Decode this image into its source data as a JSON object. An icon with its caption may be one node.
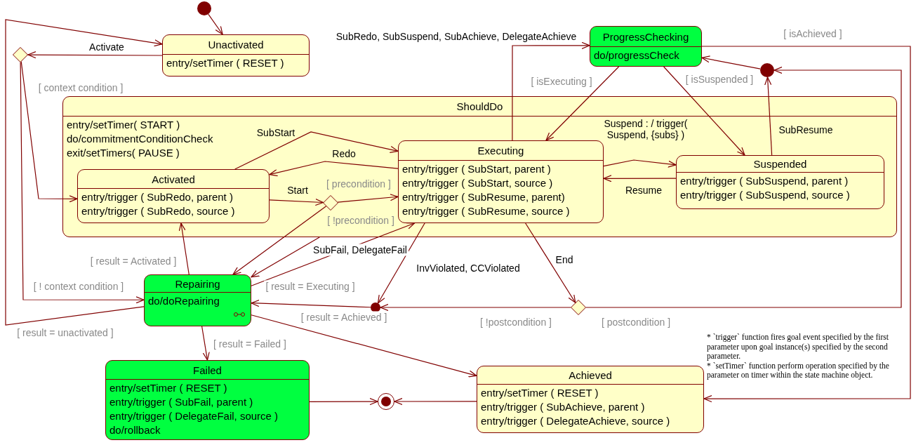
{
  "diagram": {
    "nodes": [
      {
        "text": [],
        "shape": "circle"
      },
      {
        "text": [
          "Unactivated",
          "entry/setTimer ( RESET )"
        ]
      },
      {
        "text": [],
        "shape": "diamond"
      },
      {
        "text": [
          "ProgressChecking",
          "do/progressCheck"
        ]
      },
      {
        "text": [],
        "shape": "circle"
      },
      {
        "text": [
          "ShouldDo",
          "entry/setTimer( START )",
          "do/commitmentConditionCheck",
          "exit/setTimers( PAUSE )"
        ]
      },
      {
        "text": [
          "Activated",
          "entry/trigger ( SubRedo, parent )",
          "entry/trigger ( SubRedo, source )"
        ],
        "in": 5
      },
      {
        "text": [],
        "shape": "diamond",
        "in": 5
      },
      {
        "text": [
          "Executing",
          "entry/trigger ( SubStart, parent )",
          "entry/trigger ( SubStart, source )",
          "entry/trigger ( SubResume, parent)",
          "entry/trigger ( SubResume, source )"
        ],
        "in": 5
      },
      {
        "text": [
          "Suspended",
          "entry/trigger ( SubSuspend, parent )",
          "entry/trigger ( SubSuspend, source )"
        ],
        "in": 5
      },
      {
        "text": [
          "Repairing",
          "do/doRepairing"
        ]
      },
      {
        "text": [],
        "shape": "circle"
      },
      {
        "text": [],
        "shape": "diamond"
      },
      {
        "text": [
          "Failed",
          "entry/setTimer ( RESET )",
          "entry/trigger ( SubFail, parent )",
          "entry/trigger ( DelegateFail, source )",
          "do/rollback"
        ]
      },
      {
        "text": [],
        "shape": "bullseye"
      },
      {
        "text": [
          "Achieved",
          "entry/setTimer ( RESET )",
          "entry/trigger ( SubAchieve, parent )",
          "entry/trigger ( DelegateAchieve, source )"
        ]
      }
    ],
    "edges": [
      {
        "from": 0,
        "to": 1,
        "arrow": "to"
      },
      {
        "from": 1,
        "to": 2,
        "arrow": "to",
        "label": "Activate"
      },
      {
        "from": 2,
        "to": 6,
        "arrow": "to",
        "label": "[ context condition ]"
      },
      {
        "from": 2,
        "to": 10,
        "arrow": "to",
        "label": "[ ! context condition ]"
      },
      {
        "from": 10,
        "to": 1,
        "arrow": "to",
        "label": "[ result = unactivated ]"
      },
      {
        "from": 6,
        "to": 8,
        "arrow": "to",
        "label": "SubStart"
      },
      {
        "from": 8,
        "to": 6,
        "arrow": "to",
        "label": "Redo"
      },
      {
        "from": 6,
        "to": 7,
        "arrow": "to",
        "label": "Start"
      },
      {
        "from": 7,
        "to": 8,
        "arrow": "to",
        "label": "[ precondition ]"
      },
      {
        "from": 7,
        "to": 10,
        "arrow": "to",
        "label": "[ !precondition ]"
      },
      {
        "from": 8,
        "to": 3,
        "arrow": "to",
        "label": "SubRedo, SubSuspend, SubAchieve, DelegateAchieve"
      },
      {
        "from": 3,
        "to": 8,
        "arrow": "to",
        "label": "[ isExecuting ]"
      },
      {
        "from": 3,
        "to": 9,
        "arrow": "to",
        "label": "[ isSuspended ]"
      },
      {
        "from": 8,
        "to": 9,
        "arrow": "to",
        "label": "Suspend : / trigger( Suspend, {subs} )"
      },
      {
        "from": 9,
        "to": 8,
        "arrow": "to",
        "label": "Resume"
      },
      {
        "from": 9,
        "to": 4,
        "arrow": "to",
        "label": "SubResume"
      },
      {
        "from": 4,
        "to": 3,
        "arrow": "to"
      },
      {
        "from": 3,
        "to": 15,
        "arrow": "to",
        "label": "[ isAchieved ]"
      },
      {
        "from": 12,
        "to": 4,
        "arrow": "to",
        "label": "[ postcondition ]"
      },
      {
        "from": 12,
        "to": 11,
        "arrow": "to",
        "label": "[ !postcondition ]"
      },
      {
        "from": 11,
        "to": 10,
        "arrow": "to"
      },
      {
        "from": 8,
        "to": 12,
        "arrow": "to",
        "label": "End"
      },
      {
        "from": 8,
        "to": 11,
        "arrow": "to",
        "label": "InvViolated, CCViolated"
      },
      {
        "from": 5,
        "to": 10,
        "arrow": "to",
        "label": "SubFail, DelegateFail"
      },
      {
        "from": 10,
        "to": 6,
        "arrow": "to",
        "label": "[ result = Activated ]"
      },
      {
        "from": 10,
        "to": 8,
        "arrow": "to",
        "label": "[ result = Executing ]"
      },
      {
        "from": 10,
        "to": 13,
        "arrow": "to",
        "label": "[ result = Failed ]"
      },
      {
        "from": 10,
        "to": 15,
        "arrow": "to",
        "label": "[ result = Achieved ]"
      },
      {
        "from": 13,
        "to": 14,
        "arrow": "to"
      },
      {
        "from": 15,
        "to": 14,
        "arrow": "to"
      }
    ],
    "labels": [
      "* `trigger` function fires goal event specified by the first parameter upon goal instance(s) specified by the second parameter.",
      "* `setTimer` function perform operation specified by the parameter on timer within the state machine object."
    ]
  }
}
